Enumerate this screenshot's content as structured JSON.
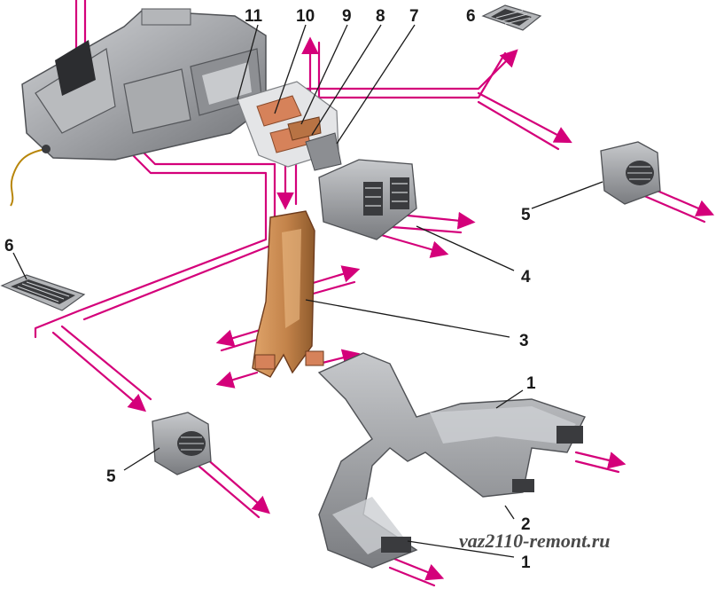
{
  "colors": {
    "airflow": "#d4007a",
    "housing": "#9a9ca0",
    "housing_light": "#c4c6c9",
    "housing_dark": "#6d6f73",
    "duct_center": "#c98a4e",
    "flap": "#d6825a",
    "label_text": "#1a1a1a"
  },
  "callouts": [
    {
      "id": "11",
      "text": "11"
    },
    {
      "id": "10",
      "text": "10"
    },
    {
      "id": "9",
      "text": "9"
    },
    {
      "id": "8",
      "text": "8"
    },
    {
      "id": "7",
      "text": "7"
    },
    {
      "id": "6a",
      "text": "6"
    },
    {
      "id": "6b",
      "text": "6"
    },
    {
      "id": "5a",
      "text": "5"
    },
    {
      "id": "5b",
      "text": "5"
    },
    {
      "id": "4",
      "text": "4"
    },
    {
      "id": "3",
      "text": "3"
    },
    {
      "id": "1a",
      "text": "1"
    },
    {
      "id": "1b",
      "text": "1"
    },
    {
      "id": "2",
      "text": "2"
    }
  ],
  "watermark": "vaz2110-remont.ru"
}
